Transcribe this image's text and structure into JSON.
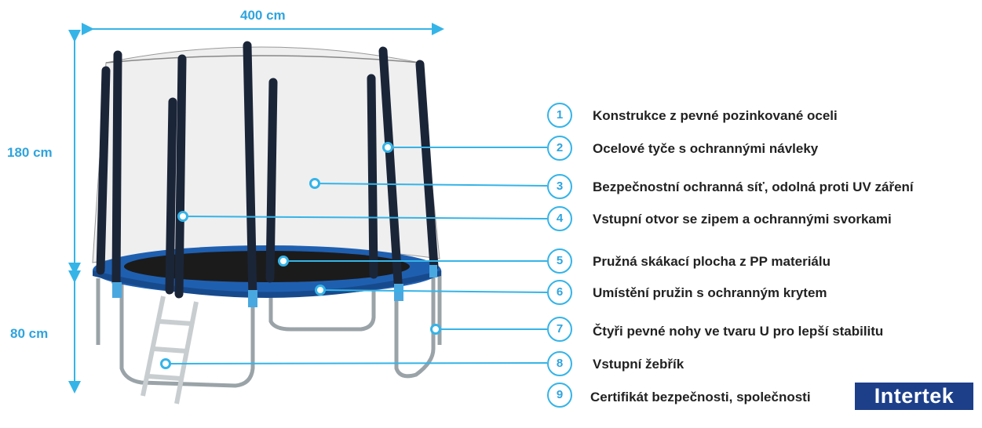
{
  "dimensions": {
    "width": "400 cm",
    "net_height": "180 cm",
    "leg_height": "80 cm"
  },
  "features": [
    {
      "number": "1",
      "label": "Konstrukce z pevné pozinkované oceli"
    },
    {
      "number": "2",
      "label": "Ocelové tyče s ochrannými návleky"
    },
    {
      "number": "3",
      "label": "Bezpečnostní ochranná síť, odolná proti UV záření"
    },
    {
      "number": "4",
      "label": "Vstupní otvor se zipem a ochrannými svorkami"
    },
    {
      "number": "5",
      "label": "Pružná skákací plocha z PP materiálu"
    },
    {
      "number": "6",
      "label": "Umístění pružin s ochranným krytem"
    },
    {
      "number": "7",
      "label": "Čtyři pevné nohy ve tvaru U pro lepší stabilitu"
    },
    {
      "number": "8",
      "label": "Vstupní žebřík"
    },
    {
      "number": "9",
      "label": "Certifikát bezpečnosti, společnosti"
    }
  ],
  "logo": {
    "text": "Intertek"
  },
  "colors": {
    "accent": "#35b4e8",
    "pad": "#1f5fb0",
    "net": "#f4f4f4",
    "logo_bg": "#1d3f8a"
  }
}
